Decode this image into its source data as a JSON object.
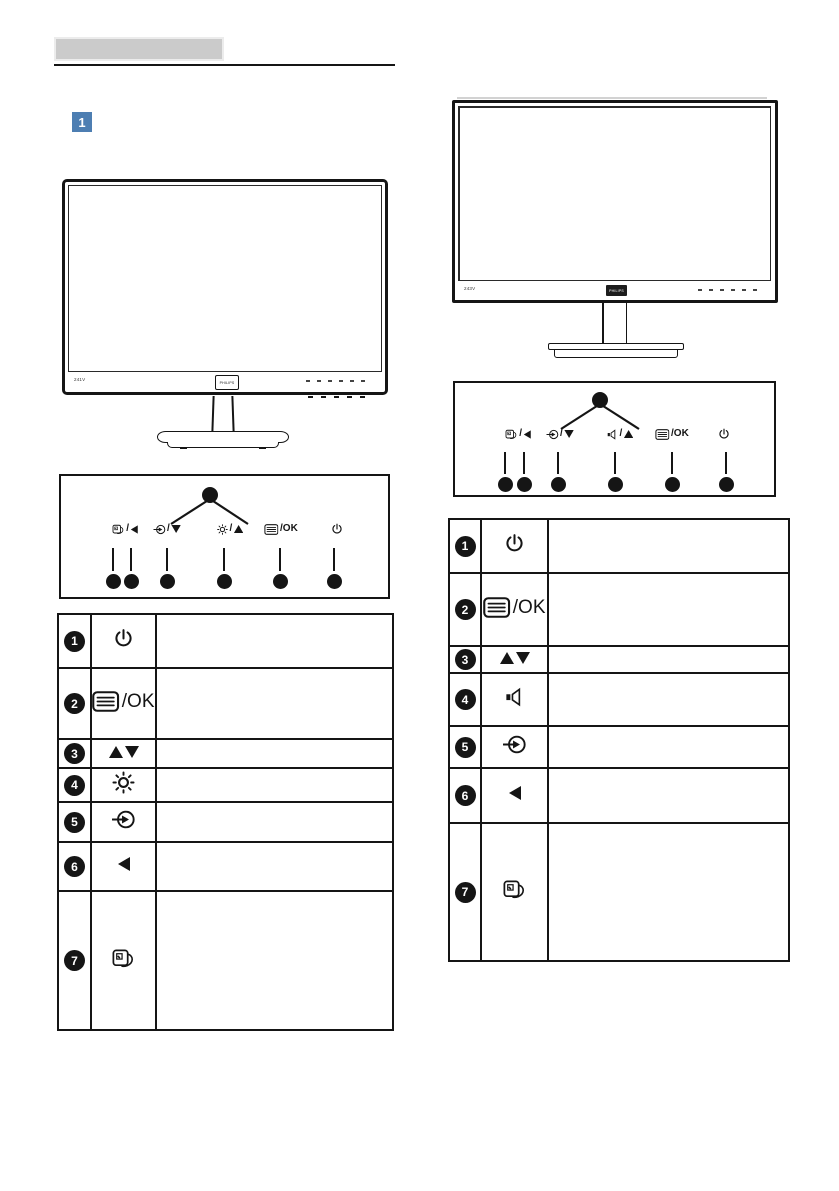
{
  "header": {
    "bar_text": "",
    "section_number": "1"
  },
  "colors": {
    "accent_blue": "#4d7eb2",
    "ink": "#151515",
    "header_gray": "#cbcbcb"
  },
  "monitors": [
    {
      "model": "241V",
      "brand": "PHILIPS"
    },
    {
      "model": "243V",
      "brand": "PHILIPS"
    }
  ],
  "panels": [
    {
      "buttons": [
        {
          "name": "smartimage-back-button",
          "parts": [
            {
              "t": "icon",
              "v": "smartimage"
            },
            {
              "t": "text",
              "v": "/"
            },
            {
              "t": "icon",
              "v": "back-arrow"
            }
          ]
        },
        {
          "name": "input-down-button",
          "parts": [
            {
              "t": "icon",
              "v": "input-source"
            },
            {
              "t": "text",
              "v": "/"
            },
            {
              "t": "icon",
              "v": "down-arrow"
            }
          ]
        },
        {
          "name": "brightness-up-button",
          "parts": [
            {
              "t": "icon",
              "v": "brightness"
            },
            {
              "t": "text",
              "v": "/"
            },
            {
              "t": "icon",
              "v": "up-arrow"
            }
          ]
        },
        {
          "name": "menu-ok-button",
          "parts": [
            {
              "t": "icon",
              "v": "menu"
            },
            {
              "t": "text",
              "v": "/OK"
            }
          ]
        },
        {
          "name": "power-button",
          "parts": [
            {
              "t": "icon",
              "v": "power"
            }
          ]
        }
      ]
    },
    {
      "buttons": [
        {
          "name": "smartimage-back-button",
          "parts": [
            {
              "t": "icon",
              "v": "smartimage"
            },
            {
              "t": "text",
              "v": "/"
            },
            {
              "t": "icon",
              "v": "back-arrow"
            }
          ]
        },
        {
          "name": "input-down-button",
          "parts": [
            {
              "t": "icon",
              "v": "input-source"
            },
            {
              "t": "text",
              "v": "/"
            },
            {
              "t": "icon",
              "v": "down-arrow"
            }
          ]
        },
        {
          "name": "volume-up-button",
          "parts": [
            {
              "t": "icon",
              "v": "volume"
            },
            {
              "t": "text",
              "v": "/"
            },
            {
              "t": "icon",
              "v": "up-arrow"
            }
          ]
        },
        {
          "name": "menu-ok-button",
          "parts": [
            {
              "t": "icon",
              "v": "menu"
            },
            {
              "t": "text",
              "v": "/OK"
            }
          ]
        },
        {
          "name": "power-button",
          "parts": [
            {
              "t": "icon",
              "v": "power"
            }
          ]
        }
      ]
    }
  ],
  "tables": [
    {
      "rows": [
        {
          "num": "1",
          "parts": [
            {
              "t": "icon",
              "v": "power"
            }
          ],
          "desc": ""
        },
        {
          "num": "2",
          "parts": [
            {
              "t": "icon",
              "v": "menu"
            },
            {
              "t": "text",
              "v": "/OK"
            }
          ],
          "desc": ""
        },
        {
          "num": "3",
          "parts": [
            {
              "t": "icon",
              "v": "up-arrow"
            },
            {
              "t": "icon",
              "v": "down-arrow"
            }
          ],
          "desc": ""
        },
        {
          "num": "4",
          "parts": [
            {
              "t": "icon",
              "v": "brightness"
            }
          ],
          "desc": ""
        },
        {
          "num": "5",
          "parts": [
            {
              "t": "icon",
              "v": "input-source"
            }
          ],
          "desc": ""
        },
        {
          "num": "6",
          "parts": [
            {
              "t": "icon",
              "v": "back-arrow"
            }
          ],
          "desc": ""
        },
        {
          "num": "7",
          "parts": [
            {
              "t": "icon",
              "v": "smartimage"
            }
          ],
          "desc": ""
        }
      ]
    },
    {
      "rows": [
        {
          "num": "1",
          "parts": [
            {
              "t": "icon",
              "v": "power"
            }
          ],
          "desc": ""
        },
        {
          "num": "2",
          "parts": [
            {
              "t": "icon",
              "v": "menu"
            },
            {
              "t": "text",
              "v": "/OK"
            }
          ],
          "desc": ""
        },
        {
          "num": "3",
          "parts": [
            {
              "t": "icon",
              "v": "up-arrow"
            },
            {
              "t": "icon",
              "v": "down-arrow"
            }
          ],
          "desc": ""
        },
        {
          "num": "4",
          "parts": [
            {
              "t": "icon",
              "v": "volume"
            }
          ],
          "desc": ""
        },
        {
          "num": "5",
          "parts": [
            {
              "t": "icon",
              "v": "input-source"
            }
          ],
          "desc": ""
        },
        {
          "num": "6",
          "parts": [
            {
              "t": "icon",
              "v": "back-arrow"
            }
          ],
          "desc": ""
        },
        {
          "num": "7",
          "parts": [
            {
              "t": "icon",
              "v": "smartimage"
            }
          ],
          "desc": ""
        }
      ]
    }
  ]
}
